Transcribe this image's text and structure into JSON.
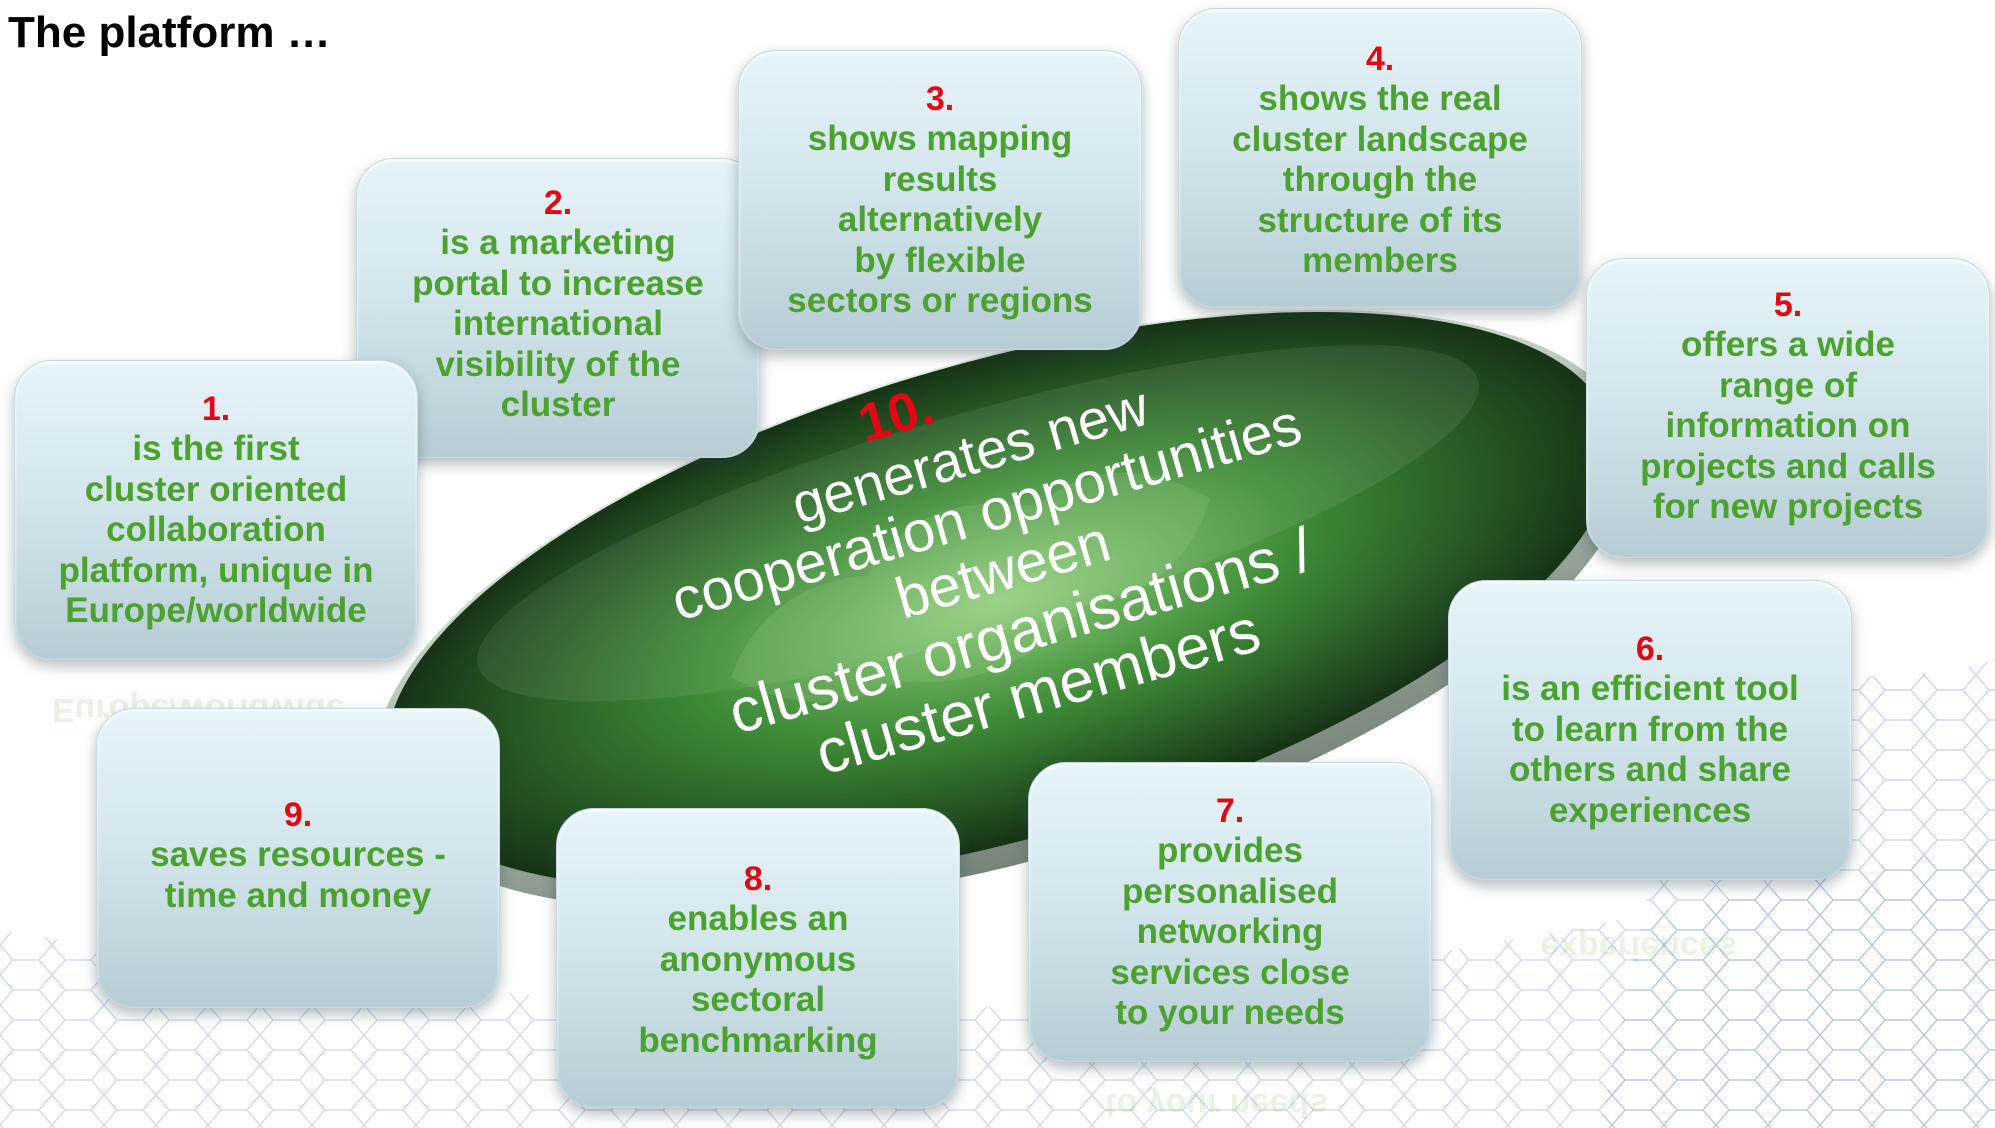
{
  "title": "The platform …",
  "center": {
    "number": "10.",
    "lines": [
      "generates new",
      "cooperation  opportunities",
      "between",
      "cluster organisations /",
      "cluster members"
    ]
  },
  "items": [
    {
      "number": "1.",
      "text": "is the first\ncluster oriented\ncollaboration\nplatform, unique in\nEurope/worldwide"
    },
    {
      "number": "2.",
      "text": "is a marketing\nportal to increase\ninternational\nvisibility of the\ncluster"
    },
    {
      "number": "3.",
      "text": "shows mapping\nresults\nalternatively\nby flexible\nsectors or regions"
    },
    {
      "number": "4.",
      "text": "shows the real\ncluster landscape\nthrough the\nstructure of its\nmembers"
    },
    {
      "number": "5.",
      "text": "offers a wide\nrange of\ninformation on\nprojects and calls\nfor new projects"
    },
    {
      "number": "6.",
      "text": "is an efficient tool\nto learn from the\nothers and share\nexperiences"
    },
    {
      "number": "7.",
      "text": "provides\npersonalised\nnetworking\nservices close\nto your needs"
    },
    {
      "number": "8.",
      "text": "enables an\nanonymous\nsectoral\nbenchmarking"
    },
    {
      "number": "9.",
      "text": "saves resources -\ntime and money"
    }
  ],
  "colors": {
    "number_red": "#e30613",
    "text_green": "#4ca22e",
    "disc_green": "#2f6b2a"
  }
}
